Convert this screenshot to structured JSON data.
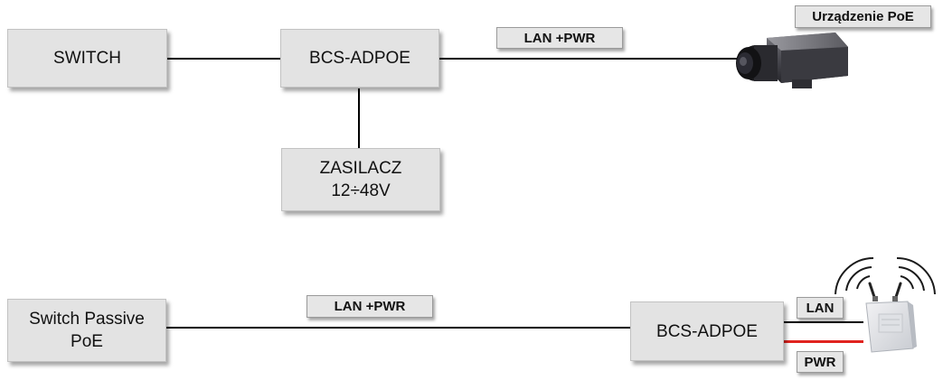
{
  "top": {
    "switch_label": "SWITCH",
    "adapter_label": "BCS-ADPOE",
    "psu_line1": "ZASILACZ",
    "psu_line2": "12÷48V",
    "link_label": "LAN +PWR",
    "device_label": "Urządzenie PoE",
    "device_icon": "security-camera"
  },
  "bottom": {
    "switch_line1": "Switch Passive",
    "switch_line2": "PoE",
    "link_label": "LAN +PWR",
    "adapter_label": "BCS-ADPOE",
    "lan_label": "LAN",
    "pwr_label": "PWR",
    "device_icon": "wireless-access-point"
  },
  "colors": {
    "box_fill": "#e3e3e3",
    "line": "#000000",
    "pwr_line": "#e0241f"
  }
}
